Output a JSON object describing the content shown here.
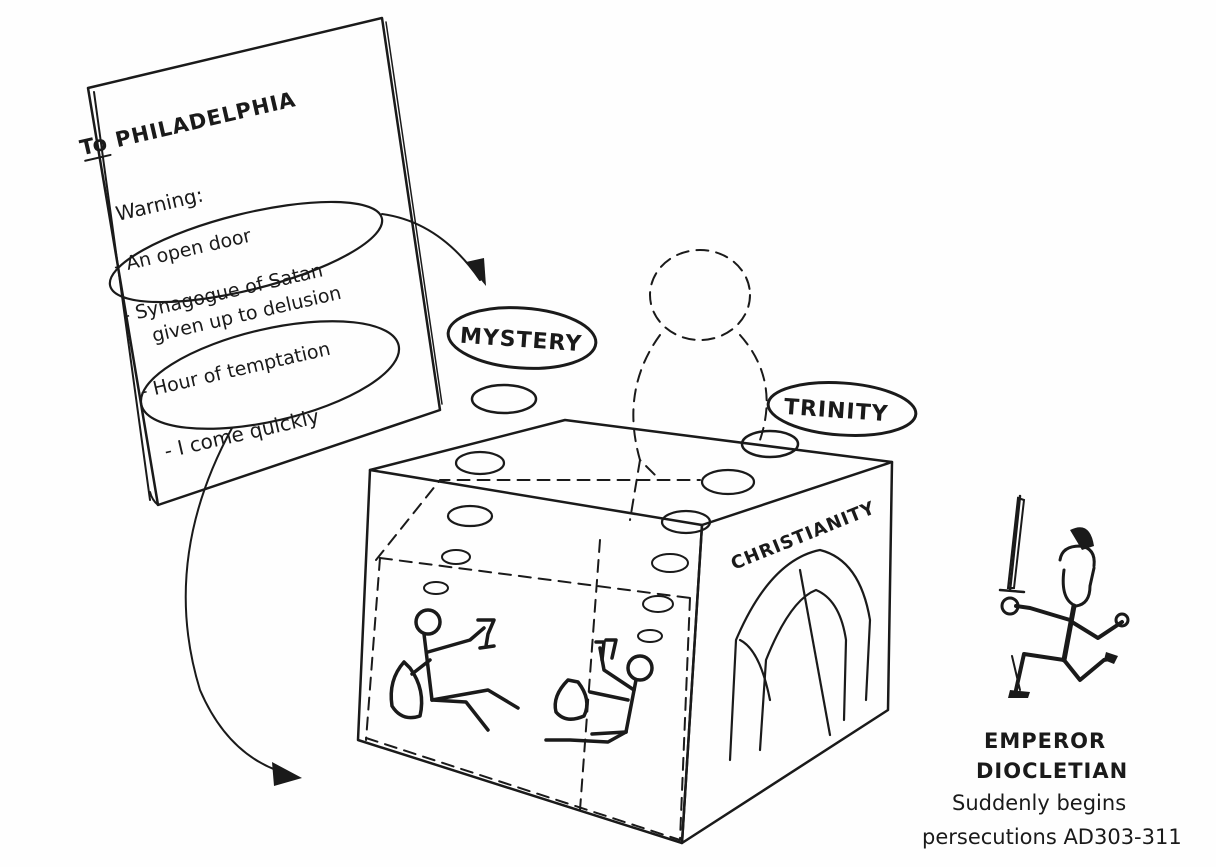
{
  "note": {
    "title": "To PHILADELPHIA",
    "heading": "Warning:",
    "items": [
      "- An open door",
      "- Synagogue of Satan",
      "given up to delusion",
      "- Hour of temptation",
      "- I come quickly"
    ]
  },
  "labels": {
    "mystery": "MYSTERY",
    "trinity": "TRINITY",
    "christianity": "CHRISTIANITY"
  },
  "emperor": {
    "name_line1": "EMPEROR",
    "name_line2": "DIOCLETIAN",
    "caption_line1": "Suddenly begins",
    "caption_line2": "persecutions AD303-311"
  },
  "colors": {
    "ink": "#1a1a1a",
    "paper": "#fefefe"
  }
}
